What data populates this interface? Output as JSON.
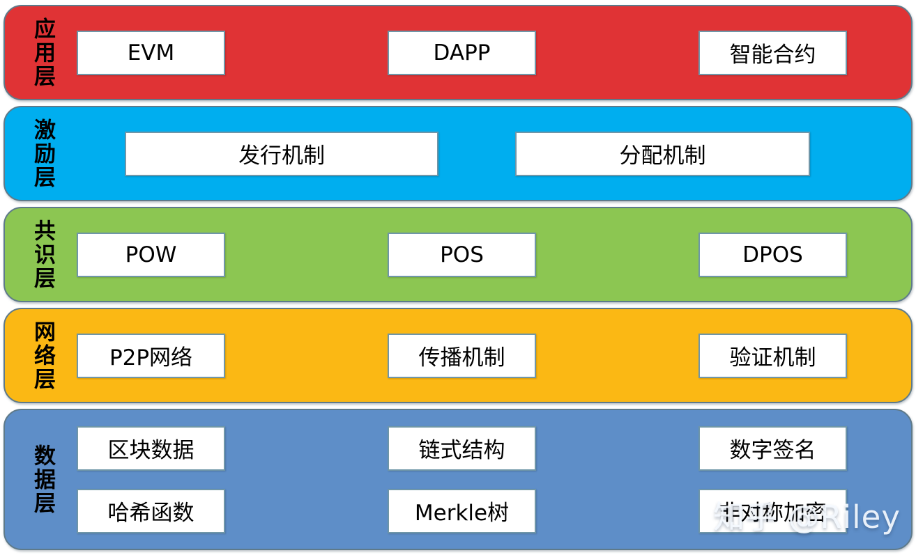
{
  "layers": [
    {
      "label": "应用层",
      "color": "#E03335",
      "boxes": [
        "EVM",
        "DAPP",
        "智能合约"
      ]
    },
    {
      "label": "激励层",
      "color": "#00AEEF",
      "boxes": [
        "发行机制",
        "分配机制"
      ]
    },
    {
      "label": "共识层",
      "color": "#8CC652",
      "boxes": [
        "POW",
        "POS",
        "DPOS"
      ]
    },
    {
      "label": "网络层",
      "color": "#FBB814",
      "boxes": [
        "P2P网络",
        "传播机制",
        "验证机制"
      ]
    },
    {
      "label": "数据层",
      "color": "#5E8EC8",
      "rows": [
        [
          "区块数据",
          "链式结构",
          "数字签名"
        ],
        [
          "哈希函数",
          "Merkle树",
          "非对称加密"
        ]
      ]
    }
  ],
  "watermark": "知乎 @Riley",
  "style": {
    "layer_border": "#5E7A8A",
    "box_border": "#6F96A8",
    "text_color": "#000000"
  }
}
